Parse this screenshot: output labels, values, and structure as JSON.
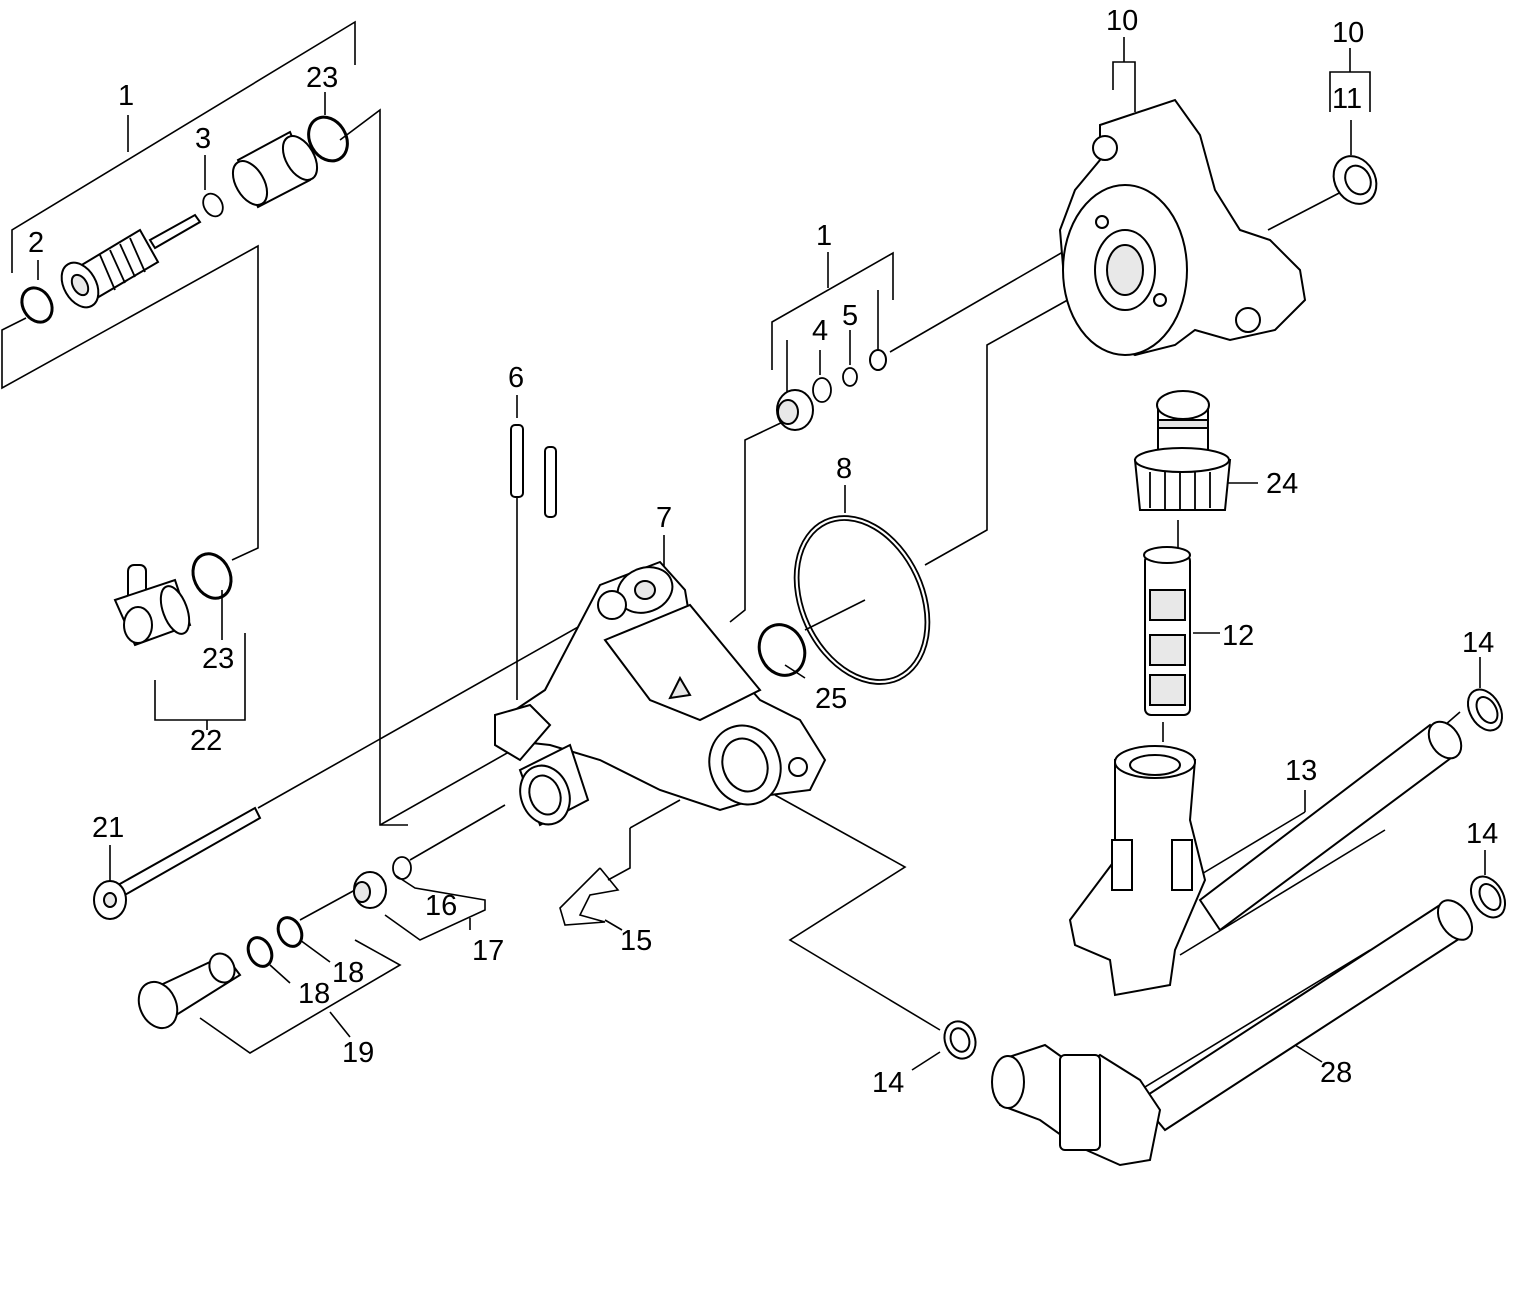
{
  "callouts": {
    "c1a": "1",
    "c2": "2",
    "c3": "3",
    "c23a": "23",
    "c1b": "1",
    "c4": "4",
    "c5": "5",
    "c10a": "10",
    "c10b": "10",
    "c11": "11",
    "c6": "6",
    "c7": "7",
    "c8": "8",
    "c24": "24",
    "c12": "12",
    "c14a": "14",
    "c14b": "14",
    "c14c": "14",
    "c13": "13",
    "c23b": "23",
    "c22": "22",
    "c25": "25",
    "c21": "21",
    "c16": "16",
    "c17": "17",
    "c15": "15",
    "c18a": "18",
    "c18b": "18",
    "c19": "19",
    "c28": "28"
  }
}
